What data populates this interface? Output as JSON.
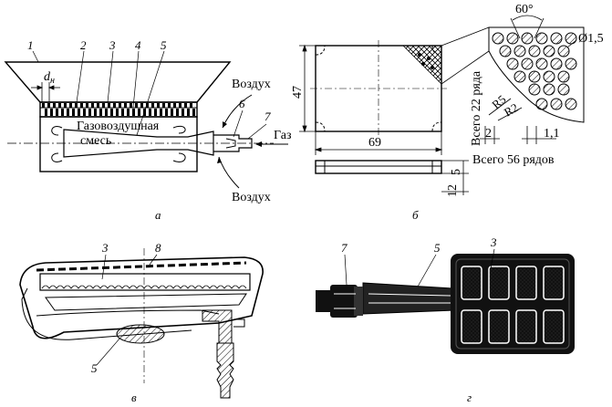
{
  "panel_a": {
    "panel_label": "а",
    "callouts": [
      "1",
      "2",
      "3",
      "4",
      "5",
      "6",
      "7"
    ],
    "dim_label": "d",
    "dim_sub": "н",
    "mixture_line1": "Газовоздушная",
    "mixture_line2": "смесь",
    "air_top": "Воздух",
    "air_bottom": "Воздух",
    "gas": "Газ"
  },
  "panel_b": {
    "panel_label": "б",
    "width_dim": "69",
    "height_dim": "47",
    "angle": "60°",
    "hole_dia": "Ø1,5",
    "rows_vertical": "Всего 22 ряда",
    "rows_horizontal": "Всего 56 рядов",
    "r5": "R5",
    "r2": "R2",
    "dim_2": "2",
    "dim_1_1": "1,1",
    "dim_5": "5",
    "dim_12": "12"
  },
  "panel_v": {
    "panel_label": "в",
    "callouts": [
      "3",
      "8",
      "5"
    ]
  },
  "panel_g": {
    "panel_label": "г",
    "callouts": [
      "7",
      "5",
      "3"
    ]
  }
}
